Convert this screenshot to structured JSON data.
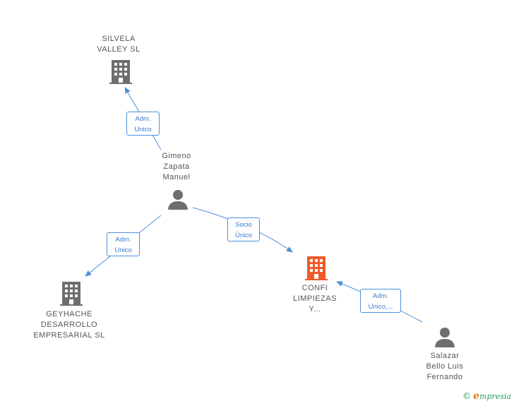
{
  "nodes": {
    "silvela": {
      "lines": [
        "SILVELA",
        "VALLEY  SL"
      ],
      "type": "company",
      "color": "#6e6e6e"
    },
    "gimeno": {
      "lines": [
        "Gimeno",
        "Zapata",
        "Manuel"
      ],
      "type": "person",
      "color": "#6e6e6e"
    },
    "geyhache": {
      "lines": [
        "GEYHACHE",
        "DESARROLLO",
        "EMPRESARIAL SL"
      ],
      "type": "company",
      "color": "#6e6e6e"
    },
    "confi": {
      "lines": [
        "CONFI",
        "LIMPIEZAS",
        "Y..."
      ],
      "type": "company",
      "color": "#f05a28"
    },
    "salazar": {
      "lines": [
        "Salazar",
        "Bello Luis",
        "Fernando"
      ],
      "type": "person",
      "color": "#6e6e6e"
    }
  },
  "edges": {
    "e1": {
      "lines": [
        "Adm.",
        "Unico"
      ]
    },
    "e2": {
      "lines": [
        "Adm.",
        "Unico"
      ]
    },
    "e3": {
      "lines": [
        "Socio",
        "Único"
      ]
    },
    "e4": {
      "lines": [
        "Adm.",
        "Unico,..."
      ]
    }
  },
  "colors": {
    "edge": "#4a90d9"
  },
  "watermark": {
    "symbol": "©",
    "brand_first": "e",
    "brand_rest": "mpresia"
  }
}
